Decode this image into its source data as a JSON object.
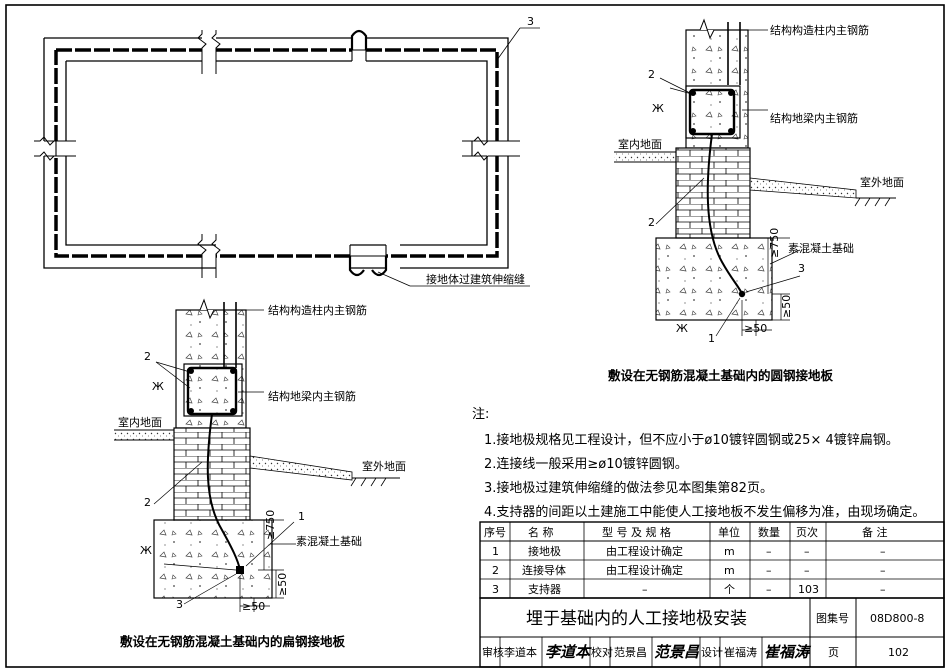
{
  "plan": {
    "label_no": "3",
    "joint_label": "接地体过建筑伸缩缝"
  },
  "section_round": {
    "column_rebar": "结构构造柱内主钢筋",
    "beam_rebar": "结构地梁内主钢筋",
    "indoor": "室内地面",
    "outdoor": "室外地面",
    "foundation": "素混凝土基础",
    "dim_750": "≥750",
    "dim_50_v": "≥50",
    "dim_50_h": "≥50",
    "n2a": "2",
    "n2b": "2",
    "n3": "3",
    "n1": "1",
    "title": "敷设在无钢筋混凝土基础内的圆钢接地板"
  },
  "section_flat": {
    "column_rebar": "结构构造柱内主钢筋",
    "beam_rebar": "结构地梁内主钢筋",
    "indoor": "室内地面",
    "outdoor": "室外地面",
    "foundation": "素混凝土基础",
    "dim_750": "≥750",
    "dim_50_v": "≥50",
    "dim_50_h": "≥50",
    "n2a": "2",
    "n2b": "2",
    "n1": "1",
    "n3": "3",
    "title": "敷设在无钢筋混凝土基础内的扁钢接地板"
  },
  "notes": {
    "heading": "注:",
    "items": [
      "1.接地极规格见工程设计，但不应小于ø10镀锌圆钢或25× 4镀锌扁钢。",
      "2.连接线一般采用≥ø10镀锌圆钢。",
      "3.接地极过建筑伸缩缝的做法参见本图集第82页。",
      "4.支持器的间距以土建施工中能使人工接地板不发生偏移为准，由现场确定。"
    ]
  },
  "table": {
    "headers": [
      "序号",
      "名 称",
      "型 号 及 规 格",
      "单位",
      "数量",
      "页次",
      "备 注"
    ],
    "rows": [
      [
        "1",
        "接地极",
        "由工程设计确定",
        "m",
        "–",
        "–",
        "–"
      ],
      [
        "2",
        "连接导体",
        "由工程设计确定",
        "m",
        "–",
        "–",
        "–"
      ],
      [
        "3",
        "支持器",
        "–",
        "个",
        "–",
        "103",
        "–"
      ]
    ]
  },
  "titleblock": {
    "title": "埋于基础内的人工接地极安装",
    "atlas_label": "图集号",
    "atlas_no": "08D800-8",
    "review_label": "审核",
    "reviewer": "李道本",
    "reviewer_sig": "李道本",
    "check_label": "校对",
    "checker": "范景昌",
    "checker_sig": "范景昌",
    "design_label": "设计",
    "designer": "崔福涛",
    "designer_sig": "崔福涛",
    "page_label": "页",
    "page_no": "102"
  }
}
